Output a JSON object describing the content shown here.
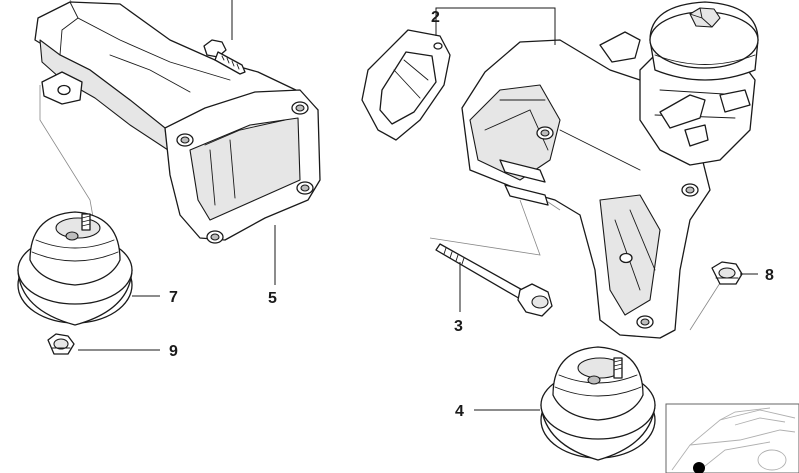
{
  "callouts": {
    "c2": "2",
    "c3": "3",
    "c4": "4",
    "c5": "5",
    "c7": "7",
    "c8": "8",
    "c9": "9"
  },
  "colors": {
    "stroke": "#1a1a1a",
    "fill": "#ffffff",
    "shade": "#e6e6e6",
    "thumbnail_lines": "#b0b0b0"
  },
  "icons": {
    "location_marker": "filled-dot"
  }
}
